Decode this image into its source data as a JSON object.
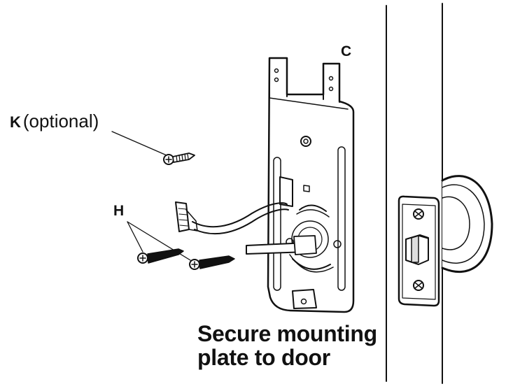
{
  "labels": {
    "c": "C",
    "k": "K",
    "k_note": "(optional)",
    "h": "H"
  },
  "caption": {
    "line1": "Secure mounting",
    "line2": "plate to door"
  },
  "parts": {
    "mounting_plate": "mounting-plate",
    "door_edge": "door",
    "door_knob": "door-knob",
    "latch": "latch-bolt",
    "screws_h": "screw-h",
    "screw_k": "screw-k",
    "ribbon_cable": "ribbon-cable"
  },
  "colors": {
    "line": "#111111",
    "fill": "#ffffff",
    "shade": "#dddddd"
  }
}
